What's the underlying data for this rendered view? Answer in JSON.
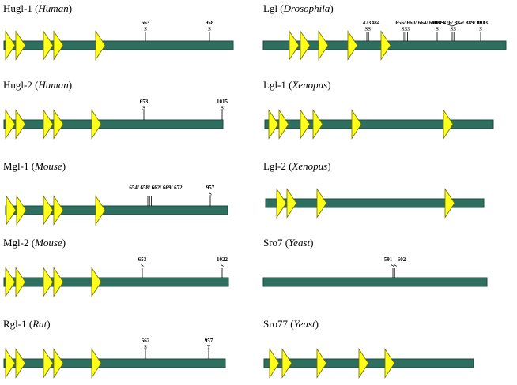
{
  "figure": {
    "colors": {
      "bar": "#2f6f5f",
      "bar_stroke": "#1c4a3e",
      "arrow": "#ffff1a",
      "arrow_stroke": "#6e6e00",
      "tick": "#000000"
    },
    "proteins": [
      {
        "name": "Hugl-1",
        "species": "Human",
        "sites": [
          {
            "label": "663",
            "residue": "S"
          },
          {
            "label": "958",
            "residue": "S"
          }
        ]
      },
      {
        "name": "Lgl",
        "species": "Drosophila",
        "sites": [
          {
            "label": "473",
            "residue": ""
          },
          {
            "label": "484",
            "residue": "SS"
          },
          {
            "label": "656/ 660/ 664/ 679",
            "residue": "SSS"
          },
          {
            "label": "808",
            "residue": "S"
          },
          {
            "label": "869/ 876/ 887/ 889/ 893",
            "residue": "SS"
          },
          {
            "label": "1013",
            "residue": "S"
          }
        ]
      },
      {
        "name": "Hugl-2",
        "species": "Human",
        "sites": [
          {
            "label": "653",
            "residue": "S"
          },
          {
            "label": "1015",
            "residue": "S"
          }
        ]
      },
      {
        "name": "Lgl-1",
        "species": "Xenopus",
        "sites": []
      },
      {
        "name": "Mgl-1",
        "species": "Mouse",
        "sites": [
          {
            "label": "654/ 658/ 662/ 669/ 672",
            "residue": ""
          },
          {
            "label": "957",
            "residue": "S"
          }
        ]
      },
      {
        "name": "Lgl-2",
        "species": "Xenopus",
        "sites": []
      },
      {
        "name": "Mgl-2",
        "species": "Mouse",
        "sites": [
          {
            "label": "653",
            "residue": "S"
          },
          {
            "label": "1022",
            "residue": "S"
          }
        ]
      },
      {
        "name": "Sro7",
        "species": "Yeast",
        "sites": [
          {
            "label": "591",
            "residue": "SS"
          },
          {
            "label": "602",
            "residue": ""
          }
        ]
      },
      {
        "name": "Rgl-1",
        "species": "Rat",
        "sites": [
          {
            "label": "662",
            "residue": "S"
          },
          {
            "label": "957",
            "residue": "T"
          }
        ]
      },
      {
        "name": "Sro77",
        "species": "Yeast",
        "sites": []
      }
    ]
  }
}
